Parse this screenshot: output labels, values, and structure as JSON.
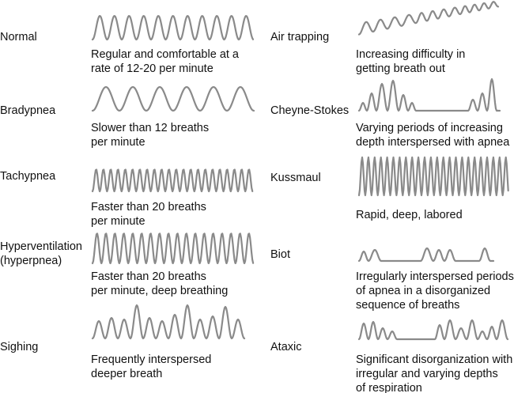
{
  "patterns": [
    {
      "name": "Normal",
      "description": [
        "Regular and comfortable at a",
        "rate of 12-20 per minute"
      ]
    },
    {
      "name": "Bradypnea",
      "description": [
        "Slower than 12 breaths",
        "per minute"
      ]
    },
    {
      "name": "Tachypnea",
      "description": [
        "Faster than 20 breaths",
        "per minute"
      ]
    },
    {
      "name": [
        "Hyperventilation",
        "(hyperpnea)"
      ],
      "description": [
        "Faster than 20 breaths",
        "per minute, deep breathing"
      ]
    },
    {
      "name": "Sighing",
      "description": [
        "Frequently interspersed",
        "deeper breath"
      ]
    },
    {
      "name": "Air trapping",
      "description": [
        "Increasing difficulty in",
        "getting breath out"
      ]
    },
    {
      "name": "Cheyne-Stokes",
      "description": [
        "Varying periods of increasing",
        "depth interspersed with apnea"
      ]
    },
    {
      "name": "Kussmaul",
      "description": [
        "Rapid, deep, labored"
      ]
    },
    {
      "name": "Biot",
      "description": [
        "Irregularly interspersed periods",
        "of apnea in a disorganized",
        "sequence of breaths"
      ]
    },
    {
      "name": "Ataxic",
      "description": [
        "Significant disorganization with",
        "irregular and varying depths",
        "of respiration"
      ]
    }
  ],
  "colors": {
    "waveform": "#8a8a8a",
    "text": "#111111"
  }
}
